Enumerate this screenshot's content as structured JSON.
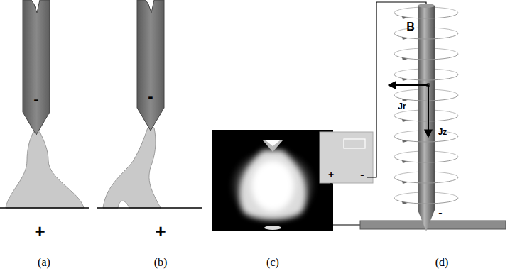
{
  "diagram": {
    "labels": [
      "-",
      "+",
      "(a)",
      "-",
      "+",
      "(b)",
      "(c)",
      "+",
      "-",
      "B",
      "Jr",
      "Jz",
      "-",
      "(d)"
    ]
  }
}
